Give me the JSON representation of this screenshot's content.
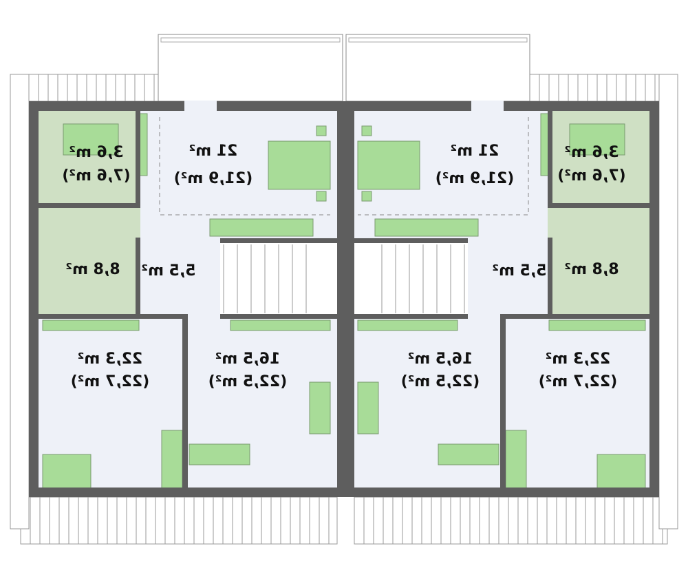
{
  "plan": {
    "title": "Floor plan – attic (semi-detached, two units)",
    "colors": {
      "wall": "#5e5e5e",
      "room": "#eef1f8",
      "wet_room": "#cfe0c4",
      "furniture": "#a8dc98",
      "eave": "#ffffff"
    },
    "units": [
      {
        "side": "left",
        "rooms": [
          {
            "id": "wc",
            "area": "3,6 m²",
            "area_total": "(7,6 m²)"
          },
          {
            "id": "bedroom-top",
            "area": "21 m²",
            "area_total": "(21,9 m²)"
          },
          {
            "id": "bathroom",
            "area": "8,8 m²"
          },
          {
            "id": "hall",
            "area": "5,5 m²"
          },
          {
            "id": "bedroom-bottom-outer",
            "area": "22,3 m²",
            "area_total": "(22,7 m²)"
          },
          {
            "id": "bedroom-bottom-inner",
            "area": "16,5 m²",
            "area_total": "(22,5 m²)"
          }
        ]
      },
      {
        "side": "right",
        "rooms": [
          {
            "id": "wc",
            "area": "3,6 m²",
            "area_total": "(7,6 m²)"
          },
          {
            "id": "bedroom-top",
            "area": "21 m²",
            "area_total": "(21,9 m²)"
          },
          {
            "id": "bathroom",
            "area": "8,8 m²"
          },
          {
            "id": "hall",
            "area": "5,5 m²"
          },
          {
            "id": "bedroom-bottom-outer",
            "area": "22,3 m²",
            "area_total": "(22,7 m²)"
          },
          {
            "id": "bedroom-bottom-inner",
            "area": "16,5 m²",
            "area_total": "(22,5 m²)"
          }
        ]
      }
    ]
  }
}
